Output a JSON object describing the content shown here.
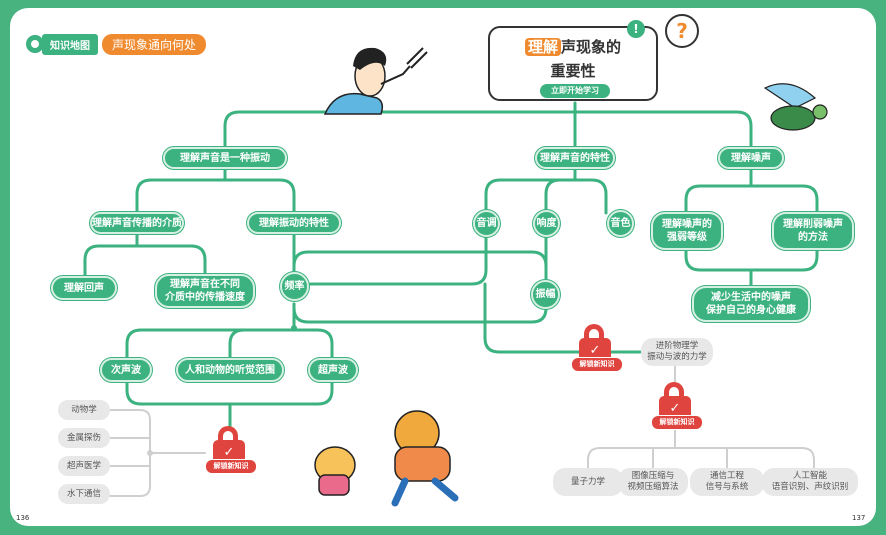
{
  "header": {
    "label": "知识地图",
    "title": "声现象通向何处"
  },
  "hero": {
    "title_highlight": "理解",
    "title_rest": "声现象的",
    "title_line2": "重要性",
    "start_button": "立即开始学习"
  },
  "nodes": {
    "vibration": "理解声音是一种振动",
    "characteristics": "理解声音的特性",
    "noise": "理解噪声",
    "medium": "理解声音传播的介质",
    "vib_char": "理解振动的特性",
    "tone": "音调",
    "loudness": "响度",
    "timbre": "音色",
    "noise_level": "理解噪声的\n强弱等级",
    "reduce_method": "理解削弱噪声\n的方法",
    "echo": "理解回声",
    "speed": "理解声音在不同\n介质中的传播速度",
    "frequency": "频率",
    "amplitude": "振幅",
    "protect": "减少生活中的噪声\n保护自己的身心健康",
    "infrasound": "次声波",
    "hearing_range": "人和动物的听觉范围",
    "ultrasound": "超声波"
  },
  "advanced": {
    "physics": "进阶物理学\n振动与波的力学",
    "unlock_label": "解锁新知识",
    "branches_left": [
      "动物学",
      "金属探伤",
      "超声医学",
      "水下通信"
    ],
    "branches_right": [
      "量子力学",
      "图像压缩与\n视频压缩算法",
      "通信工程\n信号与系统",
      "人工智能\n语音识别、声纹识别"
    ]
  },
  "pages": {
    "left": "136",
    "right": "137"
  },
  "colors": {
    "green": "#3bb27f",
    "orange": "#f08a2e",
    "red": "#e0443e",
    "gray": "#e8e8e8",
    "border": "#49b37f"
  }
}
